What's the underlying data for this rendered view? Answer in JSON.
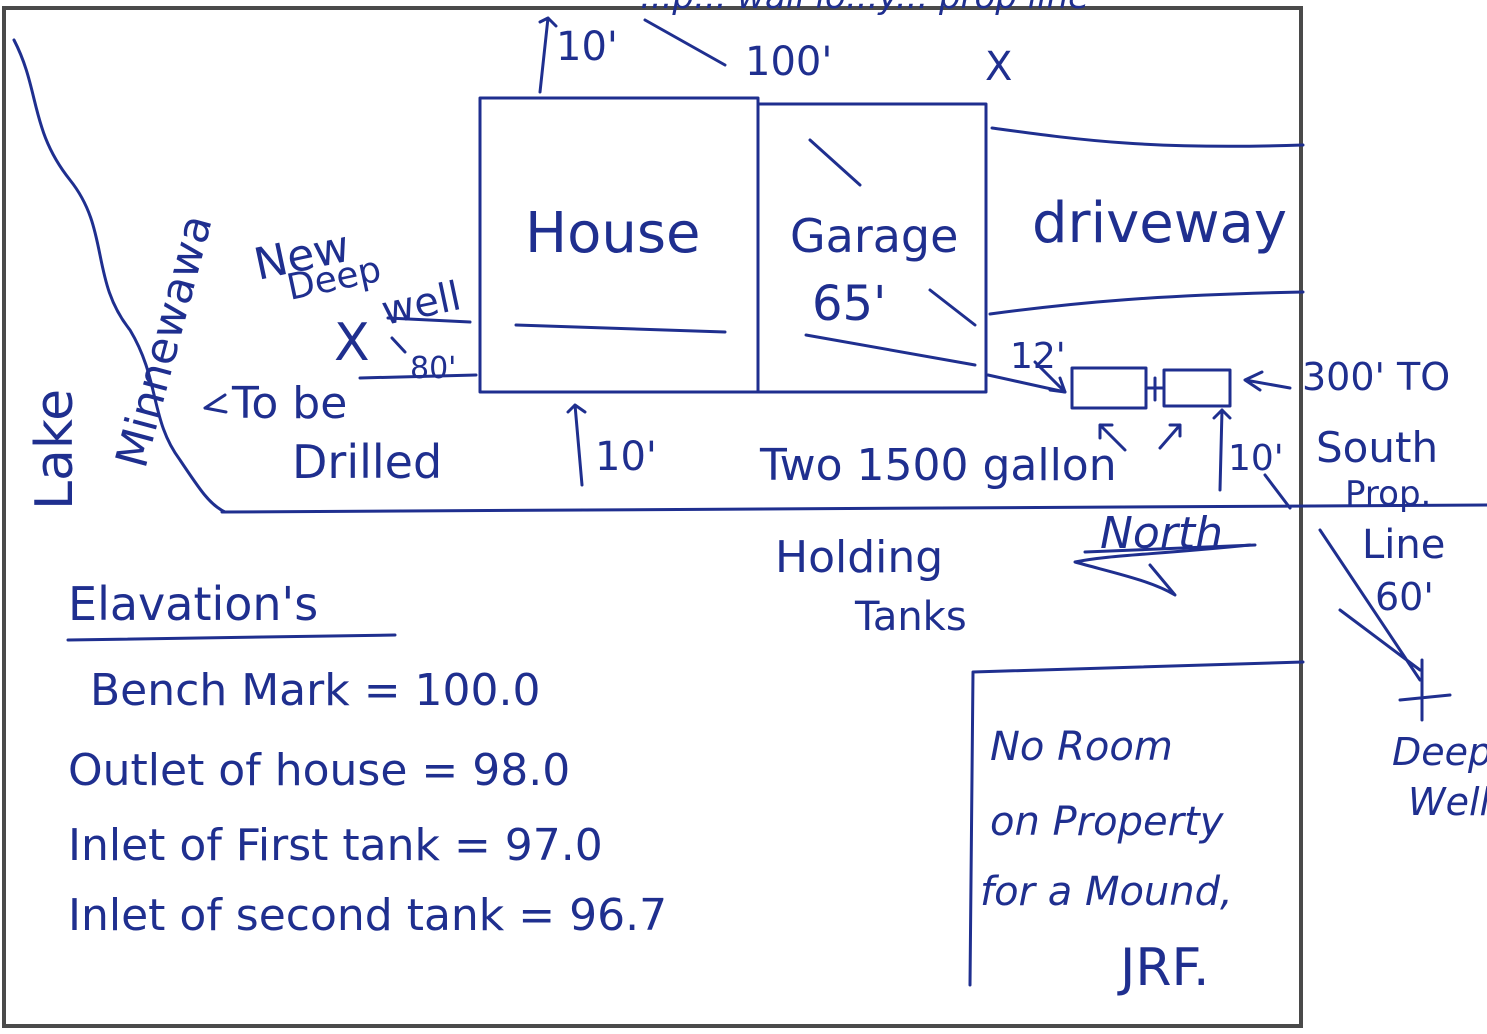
{
  "ink_color": "#1f2f8f",
  "frame_color": "#4a4a4a",
  "header_scrap": "...p... wall lo...y... prop line",
  "dimensions": {
    "top_offset": "10'",
    "top_length": "100'",
    "top_mark": "X",
    "bottom_offset": "10'",
    "garage_length": "65'",
    "well_distance": "80'",
    "tank_gap": "12'",
    "tank_side": "10'",
    "south_distance": "300' TO",
    "prop_line_length": "60'"
  },
  "labels": {
    "house": "House",
    "garage": "Garage",
    "driveway": "driveway",
    "lake": "Lake",
    "lake_name": "Minnewawa",
    "new_well": [
      "New",
      "Deep",
      "well"
    ],
    "well_mark": "X",
    "to_be": "To be",
    "drilled": "Drilled",
    "tanks_line1": "Two 1500 gallon",
    "tanks_line2": "Holding",
    "tanks_line3": "Tanks",
    "north": "North",
    "south_prop": [
      "South",
      "Prop.",
      "Line"
    ],
    "deep_well": [
      "Deep",
      "Well"
    ]
  },
  "elevations": {
    "title": "Elavation's",
    "rows": [
      "Bench Mark = 100.0",
      "Outlet of house = 98.0",
      "Inlet of First tank = 97.0",
      "Inlet of second tank = 96.7"
    ]
  },
  "note": {
    "lines": [
      "No Room",
      "on Property",
      "for a Mound,"
    ],
    "initials": "JRF."
  }
}
